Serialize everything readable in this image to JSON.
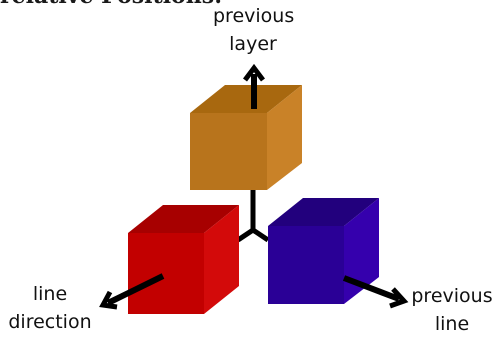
{
  "heading": "relative Positions:",
  "labels": {
    "previous_layer": [
      "previous",
      "layer"
    ],
    "line_direction": [
      "line",
      "direction"
    ],
    "previous_line": [
      "previous",
      "line"
    ]
  },
  "cubes": {
    "top": {
      "front": "#b8741c",
      "top_face": "#a8680f",
      "side": "#c98228"
    },
    "left": {
      "front": "#c20000",
      "top_face": "#a70000",
      "side": "#d30a0a"
    },
    "right": {
      "front": "#2a0096",
      "top_face": "#22007d",
      "side": "#3500ad"
    }
  },
  "arrow_color": "#000000"
}
